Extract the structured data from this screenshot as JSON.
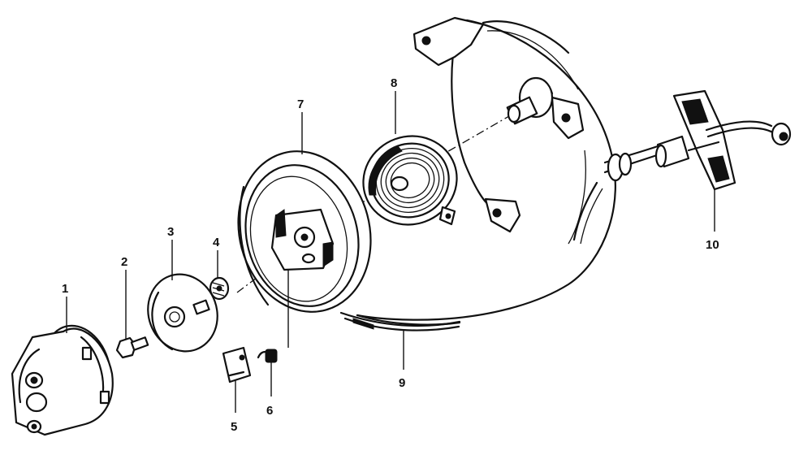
{
  "diagram": {
    "colors": {
      "ink": "#111111",
      "paper": "#ffffff"
    },
    "callouts": [
      {
        "id": "1",
        "label": "1"
      },
      {
        "id": "2",
        "label": "2"
      },
      {
        "id": "3",
        "label": "3"
      },
      {
        "id": "4",
        "label": "4"
      },
      {
        "id": "5",
        "label": "5"
      },
      {
        "id": "6",
        "label": "6"
      },
      {
        "id": "7",
        "label": "7"
      },
      {
        "id": "8",
        "label": "8"
      },
      {
        "id": "9",
        "label": "9"
      },
      {
        "id": "10",
        "label": "10"
      }
    ]
  }
}
